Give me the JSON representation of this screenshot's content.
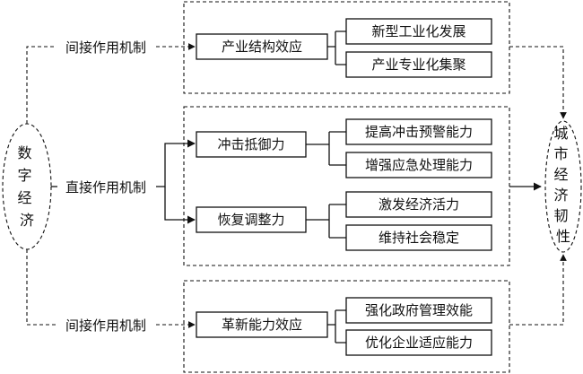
{
  "source": {
    "label": "数字经济"
  },
  "target": {
    "label": "城市经济韧性"
  },
  "mechanisms": {
    "indirect_top": "间接作用机制",
    "direct": "直接作用机制",
    "indirect_bottom": "间接作用机制"
  },
  "effects": {
    "industry_structure": "产业结构效应",
    "shock_resistance": "冲击抵御力",
    "recovery_adjustment": "恢复调整力",
    "innovation_capacity": "革新能力效应"
  },
  "paths": {
    "new_industrialization": "新型工业化发展",
    "industrial_specialization": "产业专业化集聚",
    "early_warning": "提高冲击预警能力",
    "emergency_handling": "增强应急处理能力",
    "economic_vitality": "激发经济活力",
    "social_stability": "维持社会稳定",
    "government_efficiency": "强化政府管理效能",
    "enterprise_adaptation": "优化企业适应能力"
  },
  "colors": {
    "stroke": "#111111",
    "background": "#ffffff"
  }
}
